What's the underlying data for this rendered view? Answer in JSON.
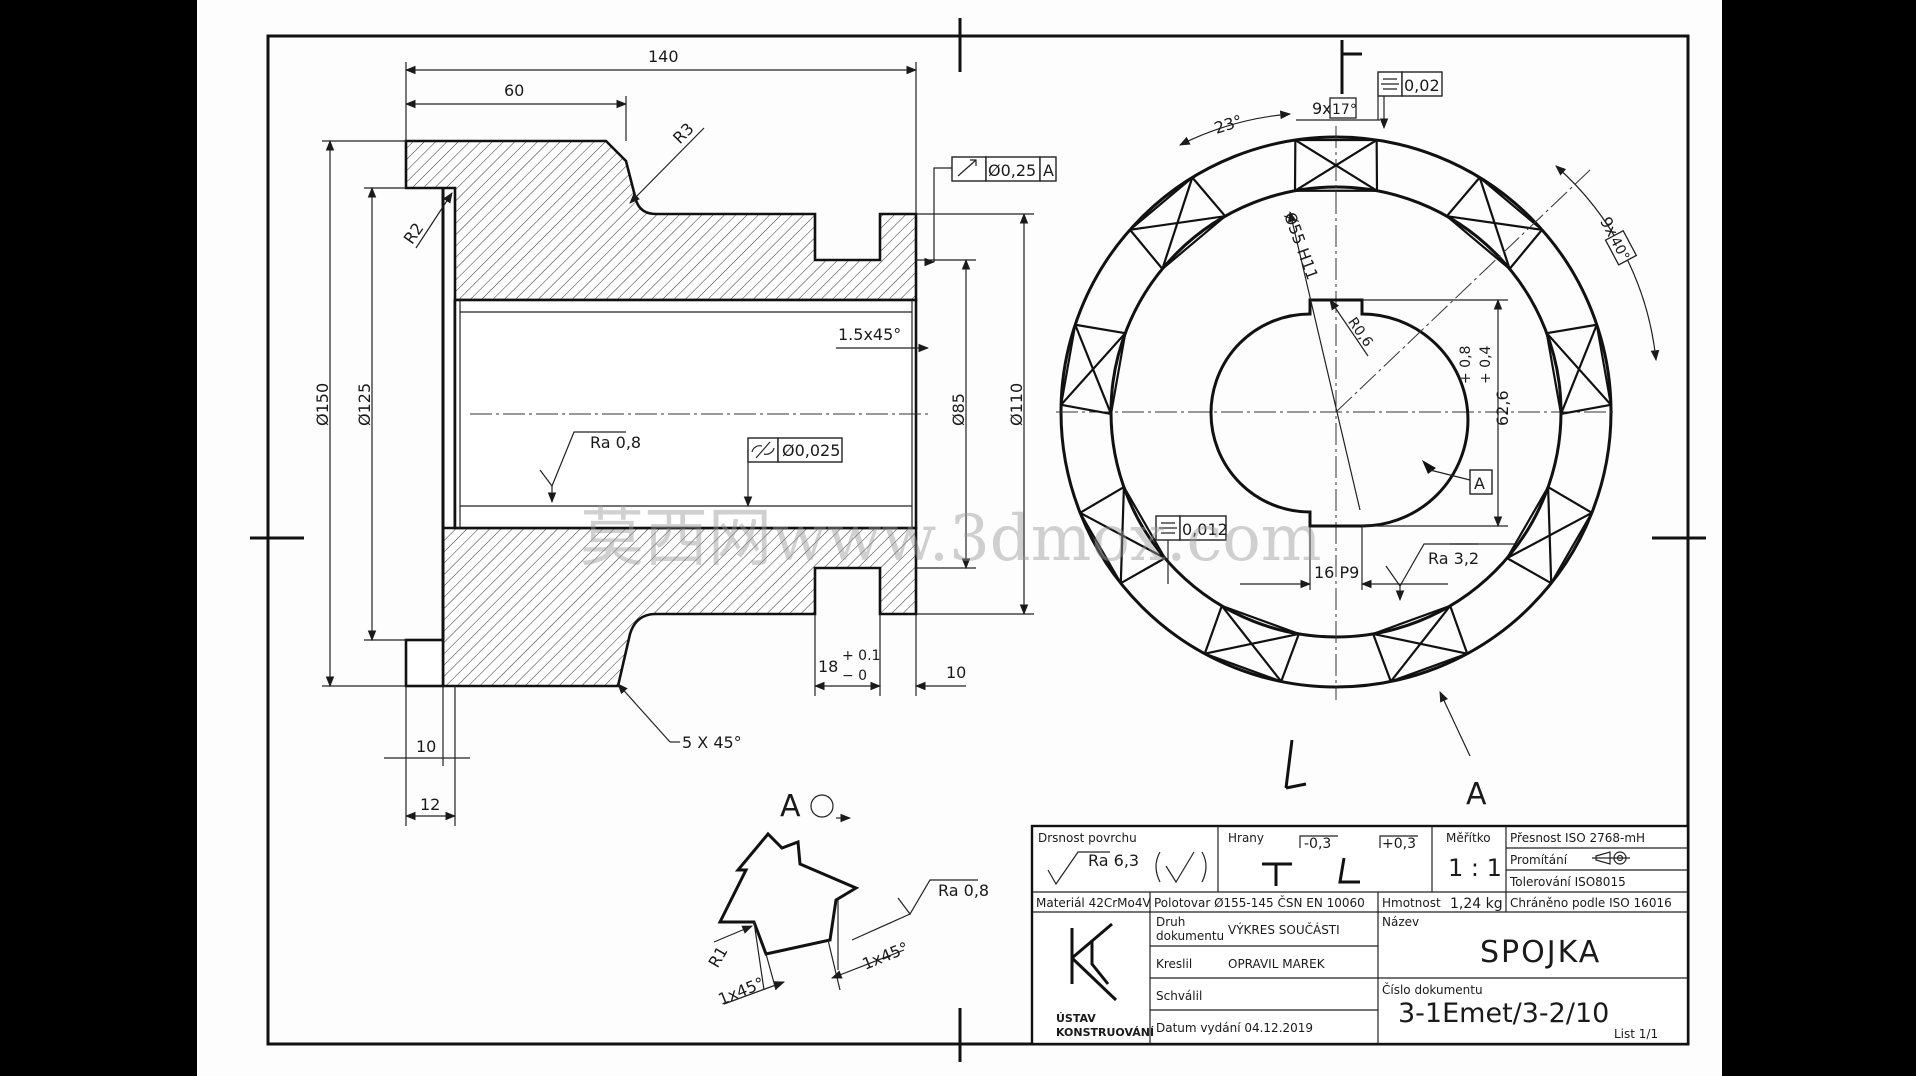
{
  "dimensions": {
    "d140": "140",
    "d60": "60",
    "r3": "R3",
    "r2": "R2",
    "dia150": "Ø150",
    "dia125": "Ø125",
    "dia85": "Ø85",
    "dia110": "Ø110",
    "chamfer_1_5": "1.5x45°",
    "groove_width_main": "18",
    "groove_tol_upper": "+ 0.1",
    "groove_tol_lower": "− 0",
    "d10_right": "10",
    "d10_bottom": "10",
    "d12": "12",
    "chamfer_5": "5 X 45°",
    "dia55": "Ø55 H11",
    "r06": "R0,6",
    "keyway_depth": "62,6",
    "keyway_tol_upper": "+ 0,8",
    "keyway_tol_lower": "+ 0,4",
    "keyway_width": "16 P9",
    "angle23": "23°",
    "count9_17_prefix": "9x",
    "count9_17_value": "17°",
    "count9_40_prefix": "9x",
    "count9_40_value": "40°",
    "detail_r1": "R1",
    "detail_chamfer_left": "1x45°",
    "detail_chamfer_right": "1x45°"
  },
  "tolerances": {
    "runout_value": "Ø0,25",
    "runout_datum": "A",
    "cylindricity_value": "Ø0,025",
    "symmetry_top": "0,02",
    "symmetry_bottom": "0,012",
    "datum_label": "A"
  },
  "surface": {
    "ra_bore": "Ra 0,8",
    "ra_keyway": "Ra 3,2",
    "ra_detail": "Ra 0,8"
  },
  "views": {
    "view_a_label": "A",
    "arrow_a_label": "A"
  },
  "watermark": "莫西网www.3dmox.com",
  "title_block": {
    "roughness_label": "Drsnost povrchu",
    "roughness_value": "Ra 6,3",
    "edges_label": "Hrany",
    "edge_minus": "-0,3",
    "edge_plus": "+0,3",
    "scale_label": "Měřítko",
    "scale_value": "1 : 1",
    "accuracy": "Přesnost ISO 2768-mH",
    "projection": "Promítání",
    "tolerancing": "Tolerování ISO8015",
    "protected": "Chráněno podle ISO 16016",
    "material": "Materiál 42CrMo4V",
    "semi_product": "Polotovar Ø155-145 ČSN EN 10060",
    "mass_label": "Hmotnost",
    "mass_value": "1,24 kg",
    "doc_type_label_1": "Druh",
    "doc_type_label_2": "dokumentu",
    "doc_type_value": "VÝKRES SOUČÁSTI",
    "name_label": "Název",
    "name_value": "SPOJKA",
    "drawn_label": "Kreslil",
    "drawn_value": "OPRAVIL MAREK",
    "approved_label": "Schválil",
    "doc_no_label": "Číslo dokumentu",
    "doc_no_value": "3-1Emet/3-2/10",
    "issue_date": "Datum vydání 04.12.2019",
    "sheet": "List 1/1",
    "institute_line1": "ÚSTAV",
    "institute_line2": "KONSTRUOVÁNÍ"
  }
}
